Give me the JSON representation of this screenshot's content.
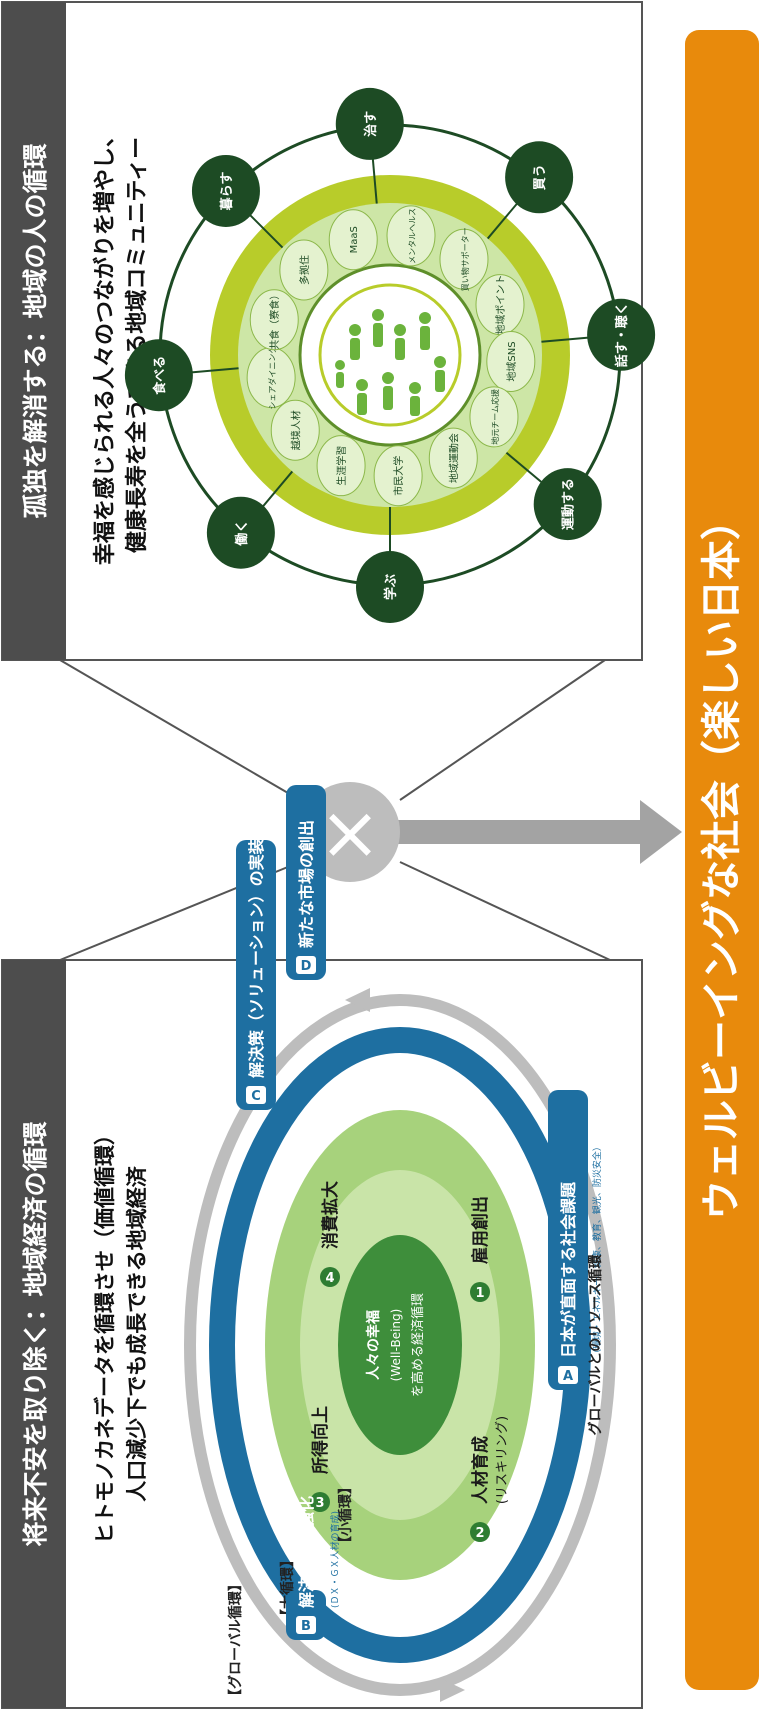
{
  "panel_bottom": {
    "header": "将来不安を取り除く：地域経済の循環",
    "subtitle_line1": "ヒトモノカネデータを循環させ（価値循環）",
    "subtitle_line2": "人口減少下でも成長できる地域経済",
    "tag_global": "【グローバル循環】",
    "tag_large": "【大循環】",
    "tag_small": "【小循環】",
    "center_line1": "人々の幸福",
    "center_line2": "(Well-Being)",
    "center_line3": "を高める経済循環",
    "steps": [
      {
        "num": "1",
        "label": "雇用創出"
      },
      {
        "num": "2",
        "label": "人材育成",
        "sub": "(リスキリング)"
      },
      {
        "num": "3",
        "label": "所得向上"
      },
      {
        "num": "4",
        "label": "消費拡大"
      }
    ],
    "boxes": [
      {
        "letter": "A",
        "label": "日本が直面する社会課題",
        "sub": "（環境・エネルギー、健康、教育、観光、防災安全）"
      },
      {
        "letter": "B",
        "label": "解決手段の強化",
        "sub": "(ＤＸ・ＧＸ人材の育成)"
      },
      {
        "letter": "C",
        "label": "解決策（ソリューション）の実装"
      },
      {
        "letter": "D",
        "label": "新たな市場の創出"
      }
    ],
    "outer_label": "グローバルとのリソース循環"
  },
  "panel_top": {
    "header": "孤独を解消する：地域の人の循環",
    "subtitle_line1": "幸福を感じられる人々のつながりを増やし、",
    "subtitle_line2": "健康長寿を全うできる地域コミュニティー",
    "activities": [
      "治す",
      "買う",
      "話す・聴く",
      "運動する",
      "学ぶ",
      "働く",
      "食べる",
      "暮らす"
    ],
    "services": [
      "メンタルヘルス",
      "買い物サポーター",
      "地域ポイント",
      "地域SNS",
      "地元チーム応援",
      "地域運動会",
      "市民大学",
      "生涯学習",
      "越境人材",
      "シェアダイニング",
      "共食（寮食）",
      "多拠住",
      "MaaS"
    ]
  },
  "center_symbol": "×",
  "footer_banner": "ウェルビーイングな社会（楽しい日本）",
  "colors": {
    "banner": "#E88A0C",
    "header": "#4D4D4D",
    "dark_green": "#1D4B24",
    "lime": "#B8CC2A",
    "light_green": "#CDE6A6",
    "blue": "#1E6FA1",
    "mid_green": "#7FBF5A"
  }
}
